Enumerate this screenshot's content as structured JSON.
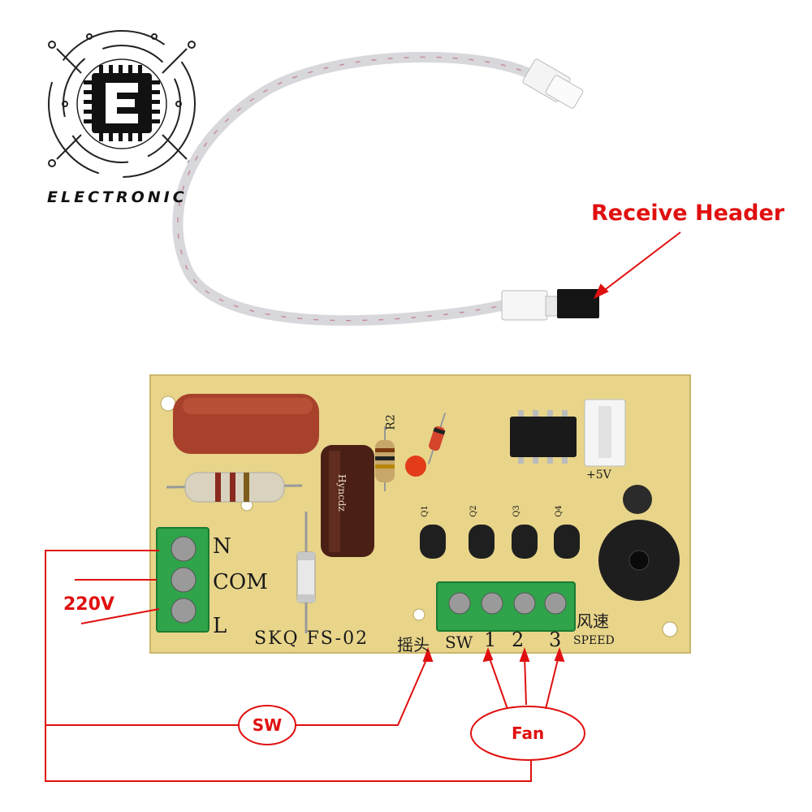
{
  "logo": {
    "text": "ELECTRONIC",
    "icon": "chip-e-icon"
  },
  "callouts": {
    "receive_header": "Receive Header",
    "power": "220V",
    "switch": "SW",
    "fan": "Fan"
  },
  "board": {
    "model": "SKQ FS-02",
    "terminals_left": [
      "N",
      "COM",
      "L"
    ],
    "terminals_bottom": [
      "摇头",
      "SW",
      "1",
      "2",
      "3"
    ],
    "speed_cn": "风速",
    "speed_en": "SPEED",
    "supply_label": "+5V",
    "ref_r2": "R2",
    "ref_q": [
      "Q1",
      "Q2",
      "Q3",
      "Q4"
    ],
    "cap_brand": "Hyncdz",
    "colors": {
      "pcb": "#e8d58a",
      "terminal": "#2fa44a",
      "callout": "#e01010"
    }
  }
}
